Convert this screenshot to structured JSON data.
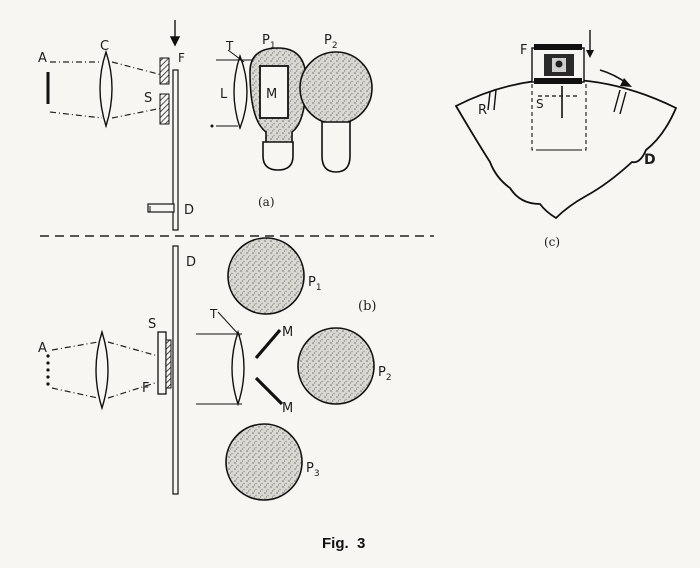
{
  "figure": {
    "caption": "Fig.  3",
    "panel_a": {
      "caption": "(a)",
      "labels": {
        "source": "A",
        "condenser": "C",
        "film": "F",
        "shutter": "S",
        "prism": "T",
        "lens": "L",
        "mirror": "M",
        "disc": "D",
        "plate_1": "P",
        "plate_1_sub": "1",
        "plate_2": "P",
        "plate_2_sub": "2"
      }
    },
    "panel_b": {
      "caption": "(b)",
      "labels": {
        "source": "A",
        "disc": "D",
        "shutter": "S",
        "film": "F",
        "prism": "T",
        "mirror_top": "M",
        "mirror_bottom": "M",
        "plate_1": "P",
        "plate_1_sub": "1",
        "plate_2": "P",
        "plate_2_sub": "2",
        "plate_3": "P",
        "plate_3_sub": "3"
      }
    },
    "panel_c": {
      "caption": "(c)",
      "labels": {
        "film": "F",
        "rotor": "R",
        "shutter": "S",
        "disc": "D"
      }
    }
  }
}
